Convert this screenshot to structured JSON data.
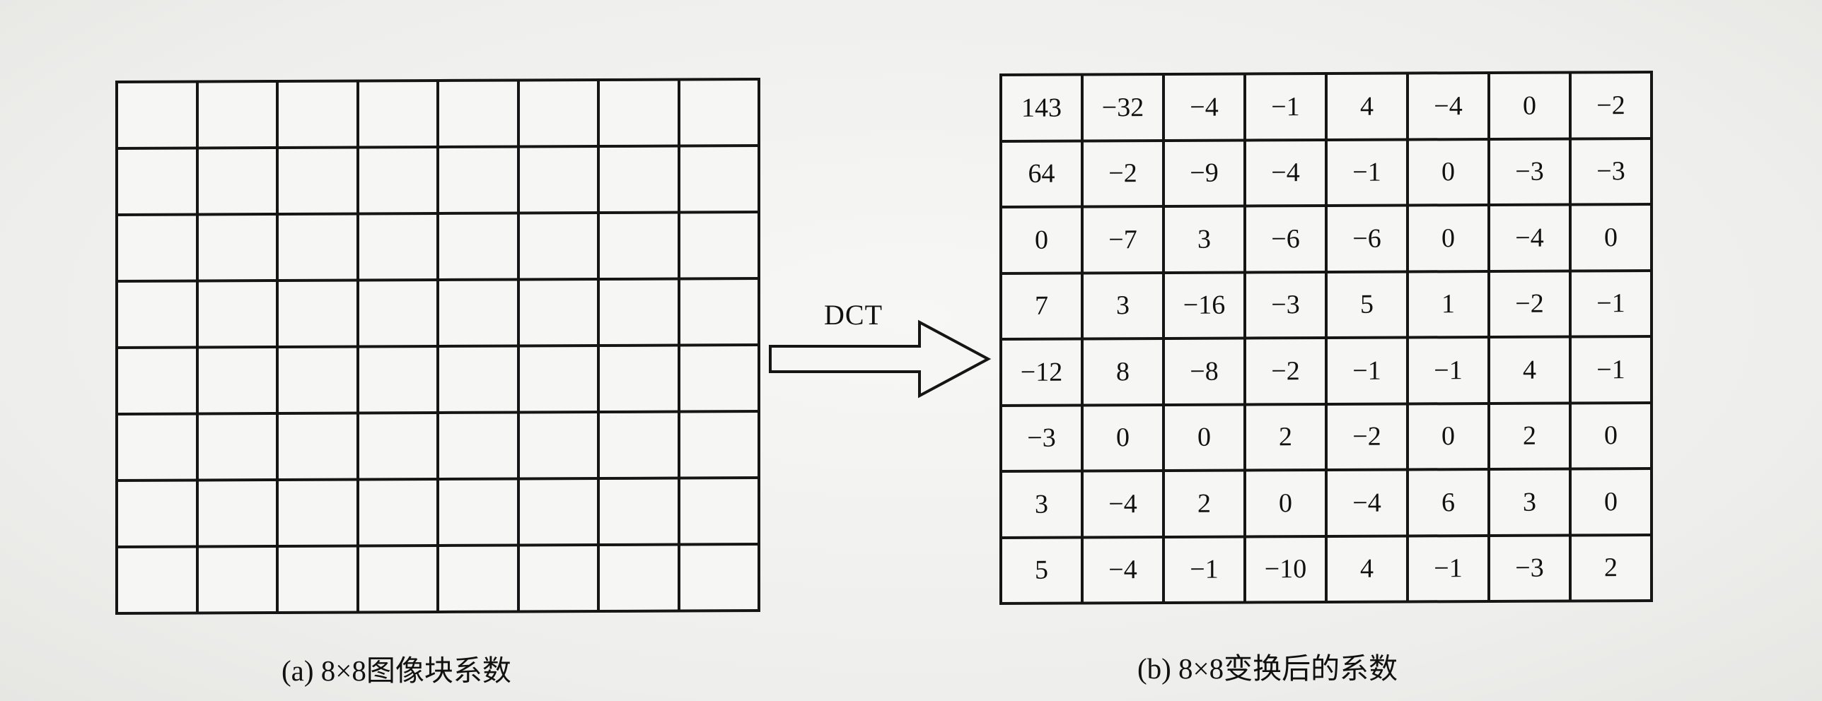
{
  "panel_a": {
    "caption": "(a) 8×8图像块系数",
    "rows": 8,
    "cols": 8
  },
  "arrow": {
    "label": "DCT"
  },
  "panel_b": {
    "caption": "(b) 8×8变换后的系数",
    "values": [
      [
        "143",
        "−32",
        "−4",
        "−1",
        "4",
        "−4",
        "0",
        "−2"
      ],
      [
        "64",
        "−2",
        "−9",
        "−4",
        "−1",
        "0",
        "−3",
        "−3"
      ],
      [
        "0",
        "−7",
        "3",
        "−6",
        "−6",
        "0",
        "−4",
        "0"
      ],
      [
        "7",
        "3",
        "−16",
        "−3",
        "5",
        "1",
        "−2",
        "−1"
      ],
      [
        "−12",
        "8",
        "−8",
        "−2",
        "−1",
        "−1",
        "4",
        "−1"
      ],
      [
        "−3",
        "0",
        "0",
        "2",
        "−2",
        "0",
        "2",
        "0"
      ],
      [
        "3",
        "−4",
        "2",
        "0",
        "−4",
        "6",
        "3",
        "0"
      ],
      [
        "5",
        "−4",
        "−1",
        "−10",
        "4",
        "−1",
        "−3",
        "2"
      ]
    ]
  },
  "colors": {
    "line": "#151515",
    "background": "#f1f1ef"
  }
}
